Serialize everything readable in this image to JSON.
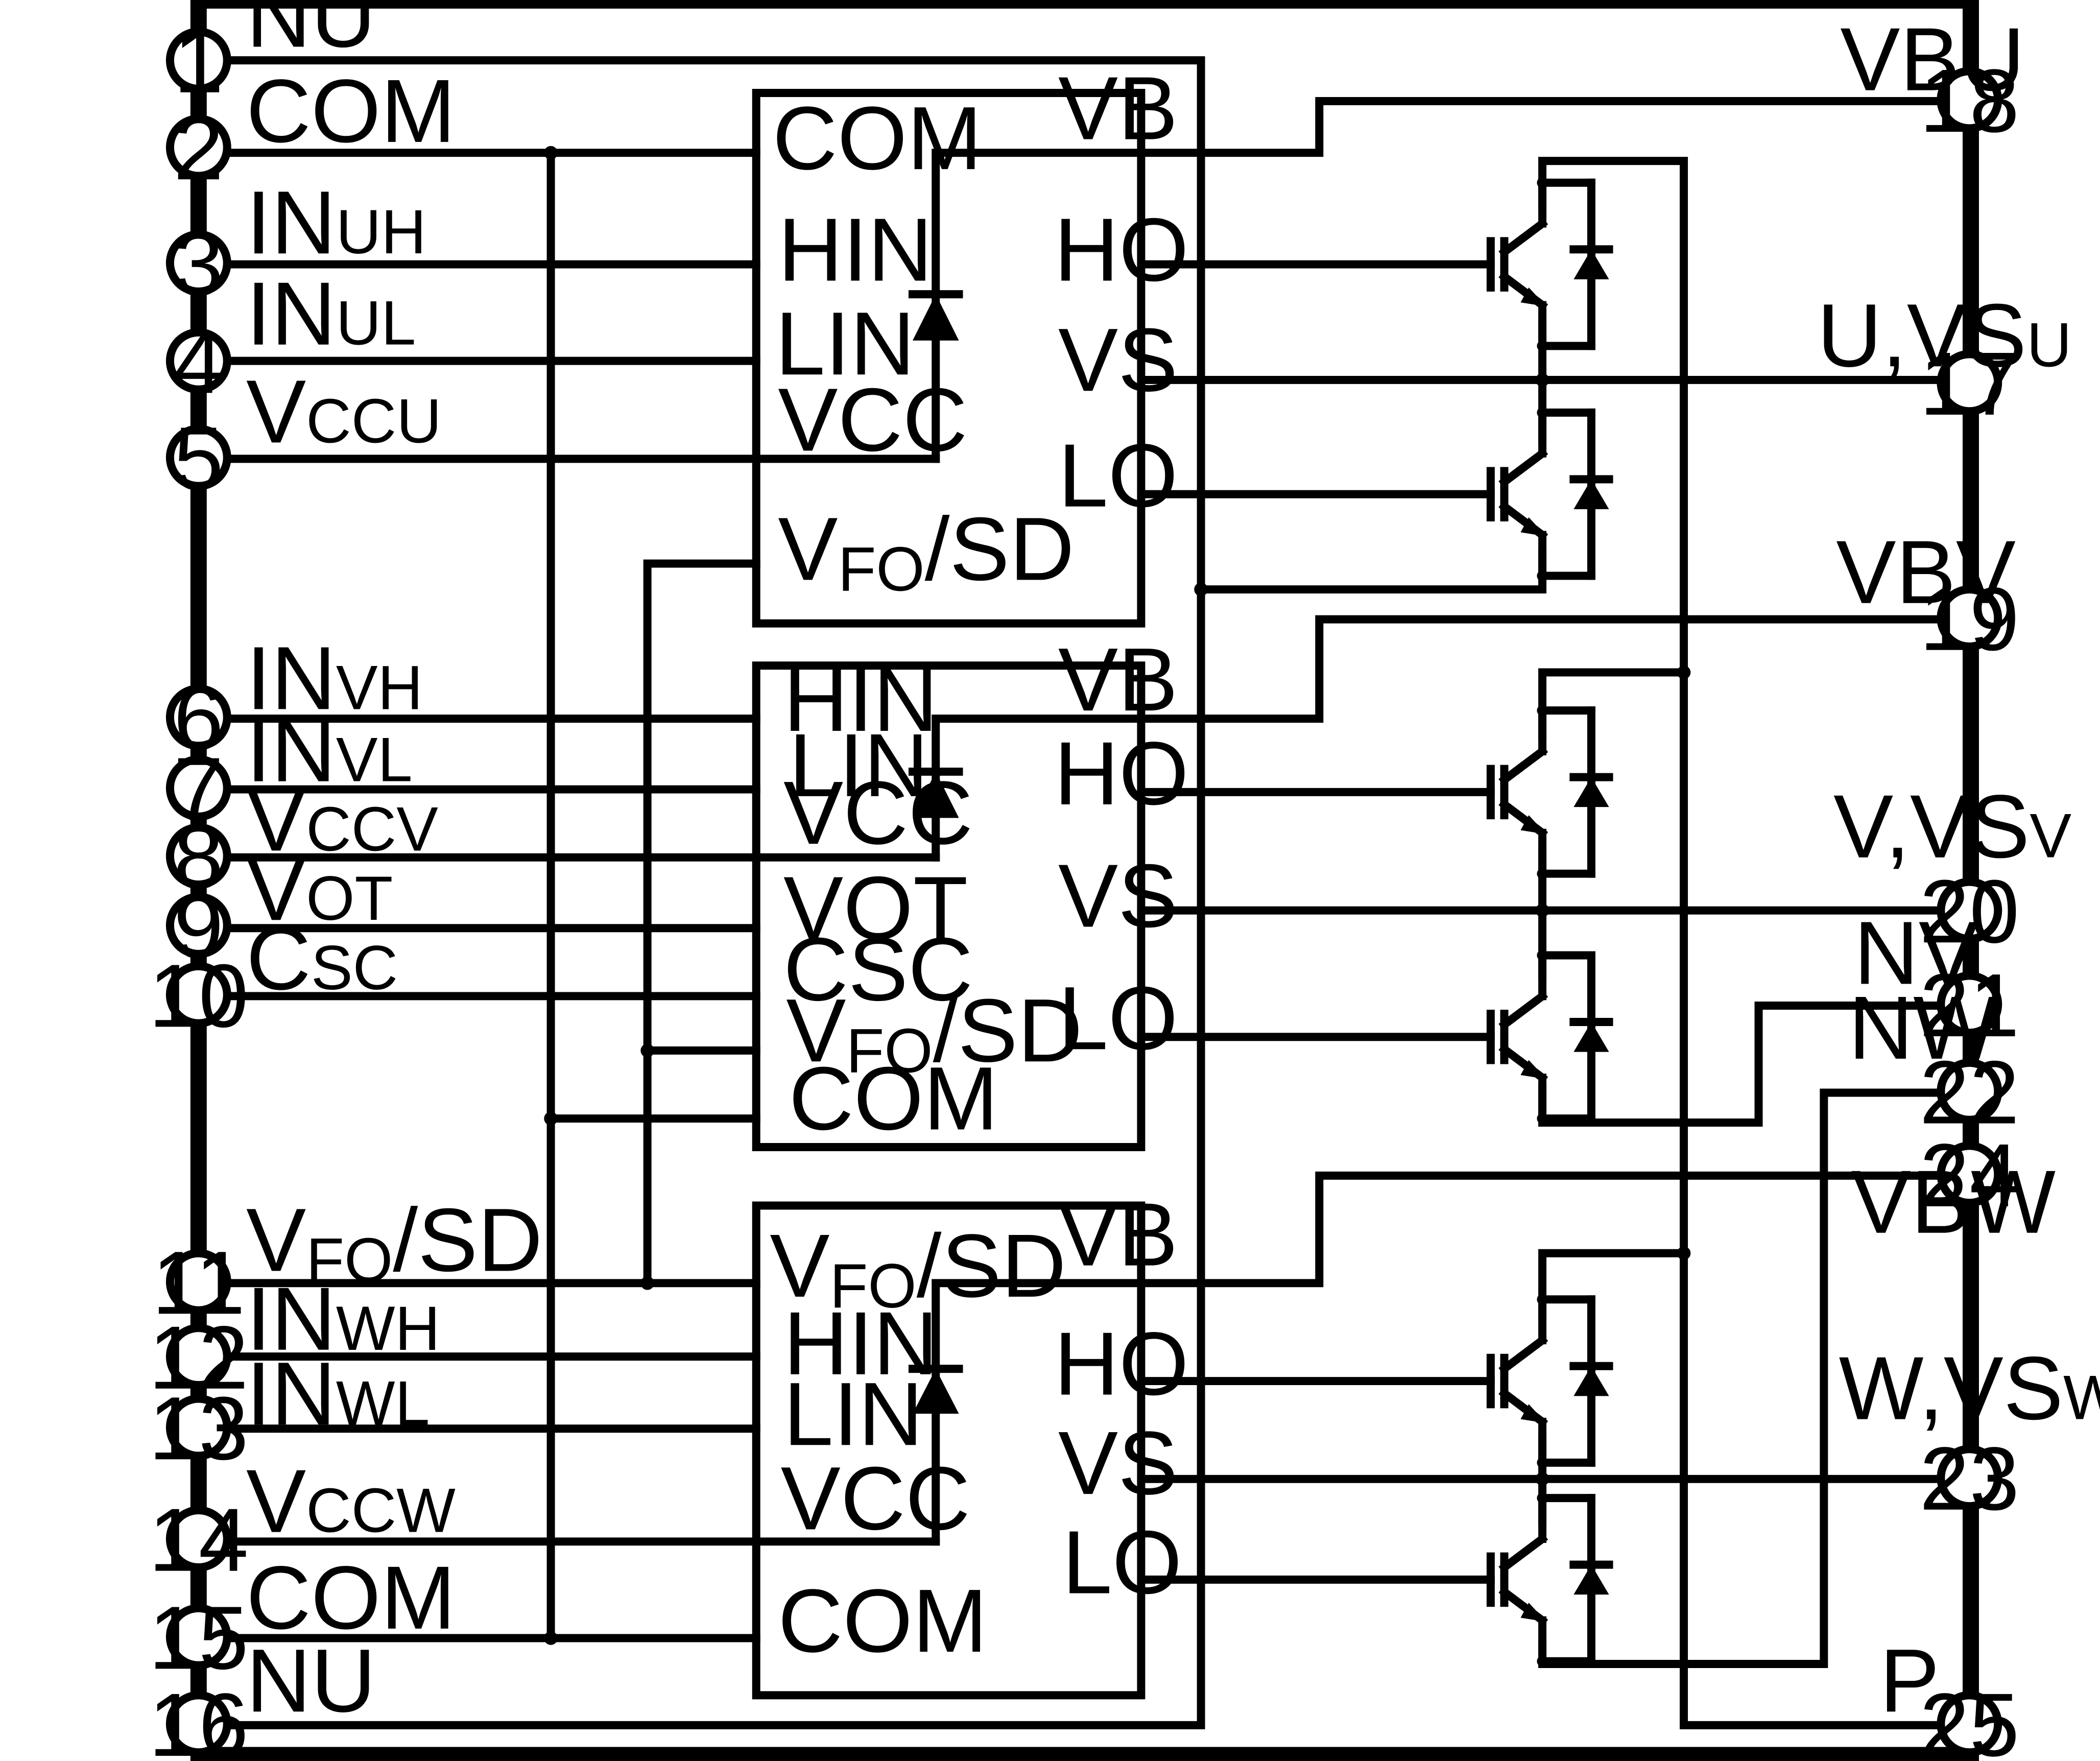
{
  "left_pins": [
    {
      "num": "1",
      "main": "NU",
      "sub": "",
      "tail": ""
    },
    {
      "num": "2",
      "main": "COM",
      "sub": "",
      "tail": ""
    },
    {
      "num": "3",
      "main": "IN",
      "sub": "UH",
      "tail": ""
    },
    {
      "num": "4",
      "main": "IN",
      "sub": "UL",
      "tail": ""
    },
    {
      "num": "5",
      "main": "V",
      "sub": "CCU",
      "tail": ""
    },
    {
      "num": "6",
      "main": "IN",
      "sub": "VH",
      "tail": ""
    },
    {
      "num": "7",
      "main": "IN",
      "sub": "VL",
      "tail": ""
    },
    {
      "num": "8",
      "main": "V",
      "sub": "CCV",
      "tail": ""
    },
    {
      "num": "9",
      "main": "V",
      "sub": "OT",
      "tail": ""
    },
    {
      "num": "10",
      "main": "C",
      "sub": "SC",
      "tail": ""
    },
    {
      "num": "11",
      "main": "V",
      "sub": "FO",
      "tail": "/SD"
    },
    {
      "num": "12",
      "main": "IN",
      "sub": "WH",
      "tail": ""
    },
    {
      "num": "13",
      "main": "IN",
      "sub": "WL",
      "tail": ""
    },
    {
      "num": "14",
      "main": "V",
      "sub": "CCW",
      "tail": ""
    },
    {
      "num": "15",
      "main": "COM",
      "sub": "",
      "tail": ""
    },
    {
      "num": "16",
      "main": "NU",
      "sub": "",
      "tail": ""
    }
  ],
  "right_pins": [
    {
      "num": "18",
      "main": "VBU",
      "sub": ""
    },
    {
      "num": "17",
      "main": "U,VS",
      "sub": "U"
    },
    {
      "num": "19",
      "main": "VBV",
      "sub": ""
    },
    {
      "num": "20",
      "main": "V,VS",
      "sub": "V"
    },
    {
      "num": "21",
      "main": "NV",
      "sub": ""
    },
    {
      "num": "22",
      "main": "NW",
      "sub": ""
    },
    {
      "num": "24",
      "main": "VBW",
      "sub": ""
    },
    {
      "num": "23",
      "main": "W,VS",
      "sub": "W"
    },
    {
      "num": "25",
      "main": "P",
      "sub": ""
    }
  ],
  "driver_u": {
    "com": "COM",
    "hin": "HIN",
    "lin": "LIN",
    "vcc": "VCC",
    "vfo_main": "V",
    "vfo_sub": "FO",
    "vfo_tail": "/SD",
    "vb": "VB",
    "ho": "HO",
    "vs": "VS",
    "lo": "LO"
  },
  "driver_v": {
    "hin": "HIN",
    "lin": "LIN",
    "vcc": "VCC",
    "vot": "VOT",
    "csc": "CSC",
    "vfo_main": "V",
    "vfo_sub": "FO",
    "vfo_tail": "/SD",
    "com": "COM",
    "vb": "VB",
    "ho": "HO",
    "vs": "VS",
    "lo": "LO"
  },
  "driver_w": {
    "vfo_main": "V",
    "vfo_sub": "FO",
    "vfo_tail": "/SD",
    "hin": "HIN",
    "lin": "LIN",
    "vcc": "VCC",
    "com": "COM",
    "vb": "VB",
    "ho": "HO",
    "vs": "VS",
    "lo": "LO"
  }
}
